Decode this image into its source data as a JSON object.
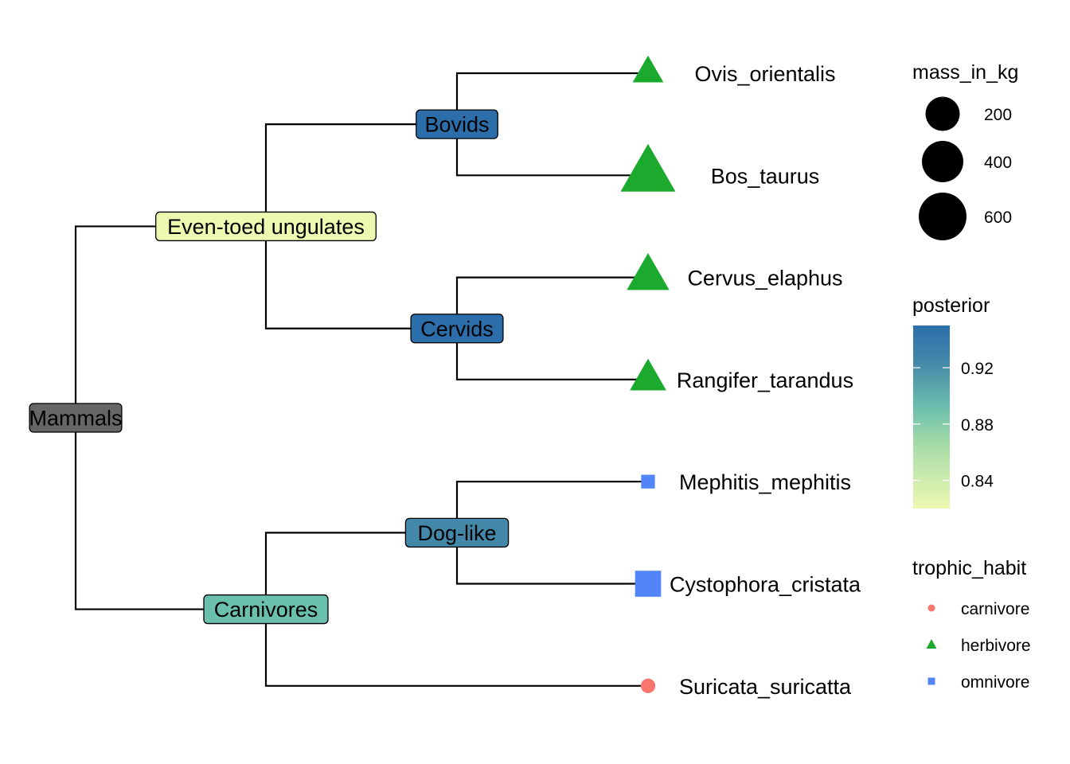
{
  "chart_data": {
    "type": "tree",
    "title": "",
    "root": "Mammals",
    "internal_nodes": [
      {
        "id": "Mammals",
        "label": "Mammals",
        "parent": null,
        "posterior": null,
        "fill": "#666666"
      },
      {
        "id": "Even-toed ungulates",
        "label": "Even-toed ungulates",
        "parent": "Mammals",
        "posterior": 0.82,
        "fill": "#EDF8B1"
      },
      {
        "id": "Bovids",
        "label": "Bovids",
        "parent": "Even-toed ungulates",
        "posterior": 0.95,
        "fill": "#2C6EAA"
      },
      {
        "id": "Cervids",
        "label": "Cervids",
        "parent": "Even-toed ungulates",
        "posterior": 0.95,
        "fill": "#2C6EAA"
      },
      {
        "id": "Carnivores",
        "label": "Carnivores",
        "parent": "Mammals",
        "posterior": 0.88,
        "fill": "#6BBFAD"
      },
      {
        "id": "Dog-like",
        "label": "Dog-like",
        "parent": "Carnivores",
        "posterior": 0.92,
        "fill": "#4488A9"
      }
    ],
    "tips": [
      {
        "name": "Ovis_orientalis",
        "parent": "Bovids",
        "trophic_habit": "herbivore",
        "mass_in_kg": 45
      },
      {
        "name": "Bos_taurus",
        "parent": "Bovids",
        "trophic_habit": "herbivore",
        "mass_in_kg": 620
      },
      {
        "name": "Cervus_elaphus",
        "parent": "Cervids",
        "trophic_habit": "herbivore",
        "mass_in_kg": 240
      },
      {
        "name": "Rangifer_tarandus",
        "parent": "Cervids",
        "trophic_habit": "herbivore",
        "mass_in_kg": 120
      },
      {
        "name": "Mephitis_mephitis",
        "parent": "Dog-like",
        "trophic_habit": "omnivore",
        "mass_in_kg": 3
      },
      {
        "name": "Cystophora_cristata",
        "parent": "Dog-like",
        "trophic_habit": "omnivore",
        "mass_in_kg": 330
      },
      {
        "name": "Suricata_suricatta",
        "parent": "Carnivores",
        "trophic_habit": "carnivore",
        "mass_in_kg": 1
      }
    ],
    "legends": {
      "mass": {
        "title": "mass_in_kg",
        "breaks": [
          200,
          400,
          600
        ]
      },
      "posterior": {
        "title": "posterior",
        "ticks": [
          "0.92",
          "0.88",
          "0.84"
        ],
        "tick_values": [
          0.92,
          0.88,
          0.84
        ],
        "range": [
          0.82,
          0.95
        ],
        "low_color": "#EDF8B1",
        "high_color": "#2C6EAA",
        "mid_color": "#6BBFAD"
      },
      "trophic_habit": {
        "title": "trophic_habit",
        "entries": [
          {
            "label": "carnivore",
            "shape": "circle",
            "color": "#F8766D"
          },
          {
            "label": "herbivore",
            "shape": "triangle",
            "color": "#1BAA2E"
          },
          {
            "label": "omnivore",
            "shape": "square",
            "color": "#5286F8"
          }
        ]
      }
    }
  }
}
